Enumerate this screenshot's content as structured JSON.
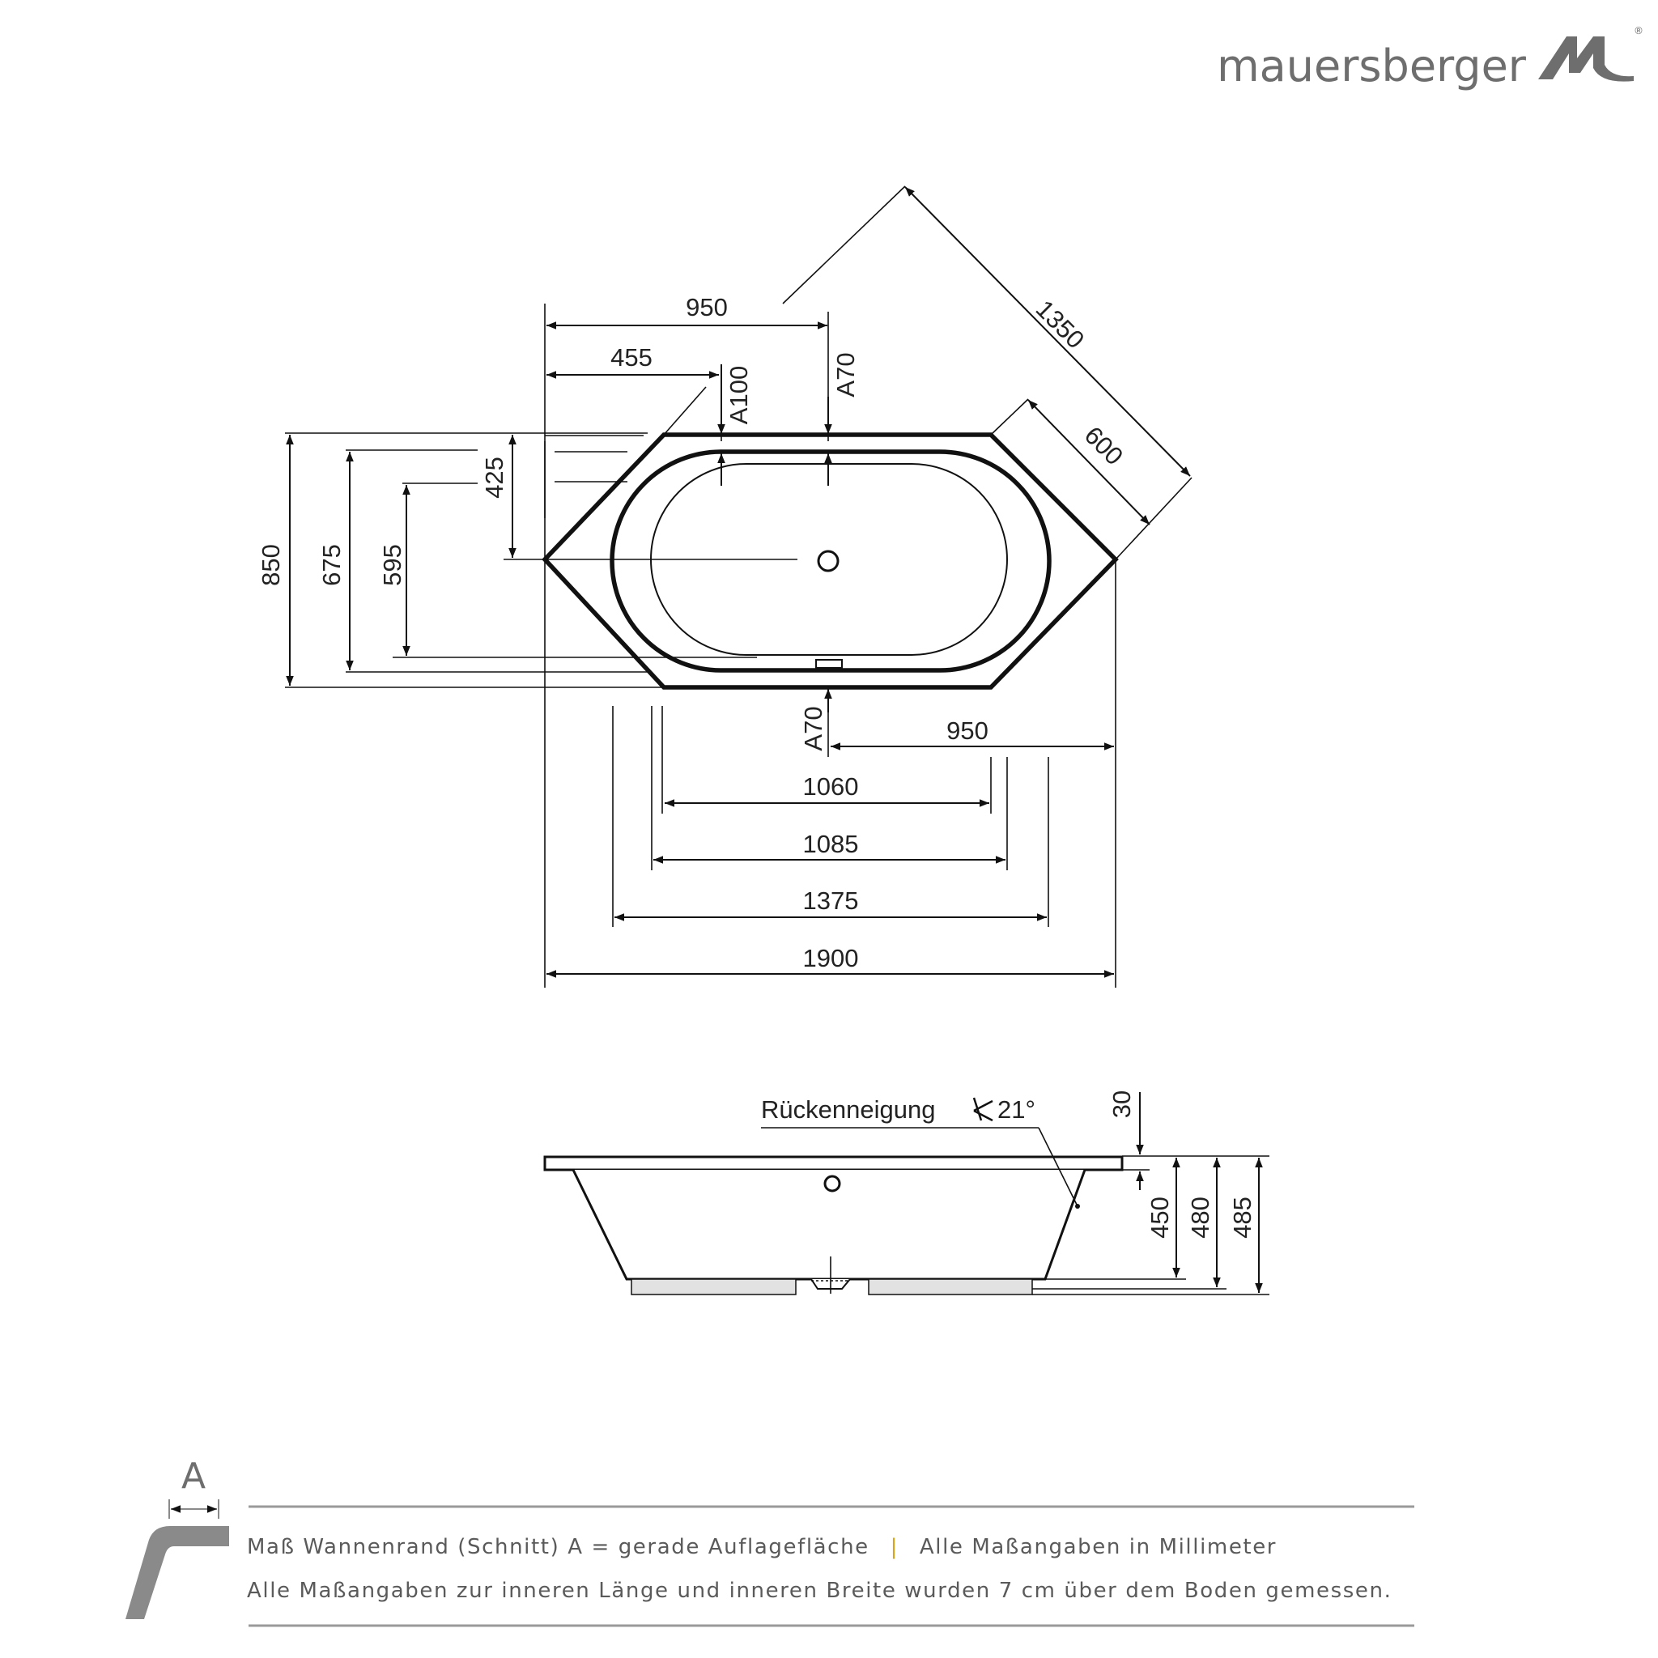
{
  "brand": {
    "name": "mauersberger",
    "logo_icon": "mauersberger-m-logo-icon",
    "registered": "®"
  },
  "top_view": {
    "width_labels": {
      "top": "950",
      "top_inner": "455",
      "bottom": "950"
    },
    "a_labels": {
      "a100": "A100",
      "a70_top": "A70",
      "a70_bottom": "A70"
    },
    "diagonal_labels": {
      "d1350": "1350",
      "d600": "600"
    },
    "height_labels": {
      "h850": "850",
      "h675": "675",
      "h595": "595",
      "h425": "425"
    },
    "length_labels": {
      "l1060": "1060",
      "l1085": "1085",
      "l1375": "1375",
      "l1900": "1900"
    }
  },
  "side_view": {
    "back_angle_label": "Rückenneigung",
    "back_angle_value": "21°",
    "height_labels": {
      "h30": "30",
      "h450": "450",
      "h480": "480",
      "h485": "485"
    }
  },
  "legend": {
    "a_letter": "A",
    "line1_part1": "Maß Wannenrand (Schnitt) A = gerade Auflagefläche",
    "separator": "|",
    "line1_part2": "Alle Maßangaben in Millimeter",
    "line2": "Alle Maßangaben zur inneren Länge und inneren Breite wurden 7 cm über dem Boden gemessen."
  },
  "colors": {
    "line": "#111111",
    "text": "#222222",
    "brand_gray": "#6e6e6e",
    "note_gray": "#5a5a5a",
    "accent": "#d8a31c",
    "rule_gray": "#9a9a9a",
    "foot_fill": "#e2e2e2"
  }
}
